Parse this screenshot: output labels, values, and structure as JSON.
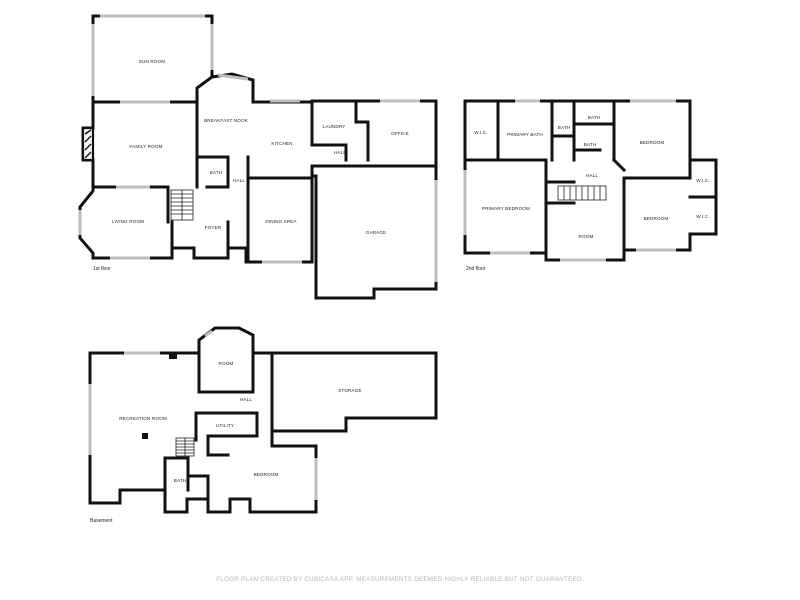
{
  "floors": [
    {
      "label": "1st floor",
      "rooms": {
        "sun_room": "SUN ROOM",
        "breakfast_nook": "BREAKFAST NOOK",
        "laundry": "LAUNDRY",
        "office": "OFFICE",
        "family_room": "FAMILY ROOM",
        "kitchen": "KITCHEN",
        "hall_a": "HALL",
        "bath": "BATH",
        "hall_b": "HALL",
        "living_room": "LIVING ROOM",
        "foyer": "FOYER",
        "dining_area": "DINING AREA",
        "garage": "GARAGE"
      }
    },
    {
      "label": "2nd floor",
      "rooms": {
        "wic_a": "W.I.C.",
        "primary_bath": "PRIMARY BATH",
        "bath_a": "BATH",
        "bath_b": "BATH",
        "bath_c": "BATH",
        "bedroom_a": "BEDROOM",
        "hall": "HALL",
        "wic_b": "W.I.C.",
        "primary_bedroom": "PRIMARY BEDROOM",
        "bedroom_b": "BEDROOM",
        "wic_c": "W.I.C.",
        "room": "ROOM"
      }
    },
    {
      "label": "Basement",
      "rooms": {
        "room": "ROOM",
        "storage": "STORAGE",
        "hall": "HALL",
        "recreation_room": "RECREATION ROOM",
        "utility": "UTILITY",
        "bedroom": "BEDROOM",
        "bath": "BATH"
      }
    }
  ],
  "footer": "FLOOR PLAN CREATED BY CUBICASA APP. MEASUREMENTS DEEMED HIGHLY RELIABLE BUT NOT GUARANTEED."
}
